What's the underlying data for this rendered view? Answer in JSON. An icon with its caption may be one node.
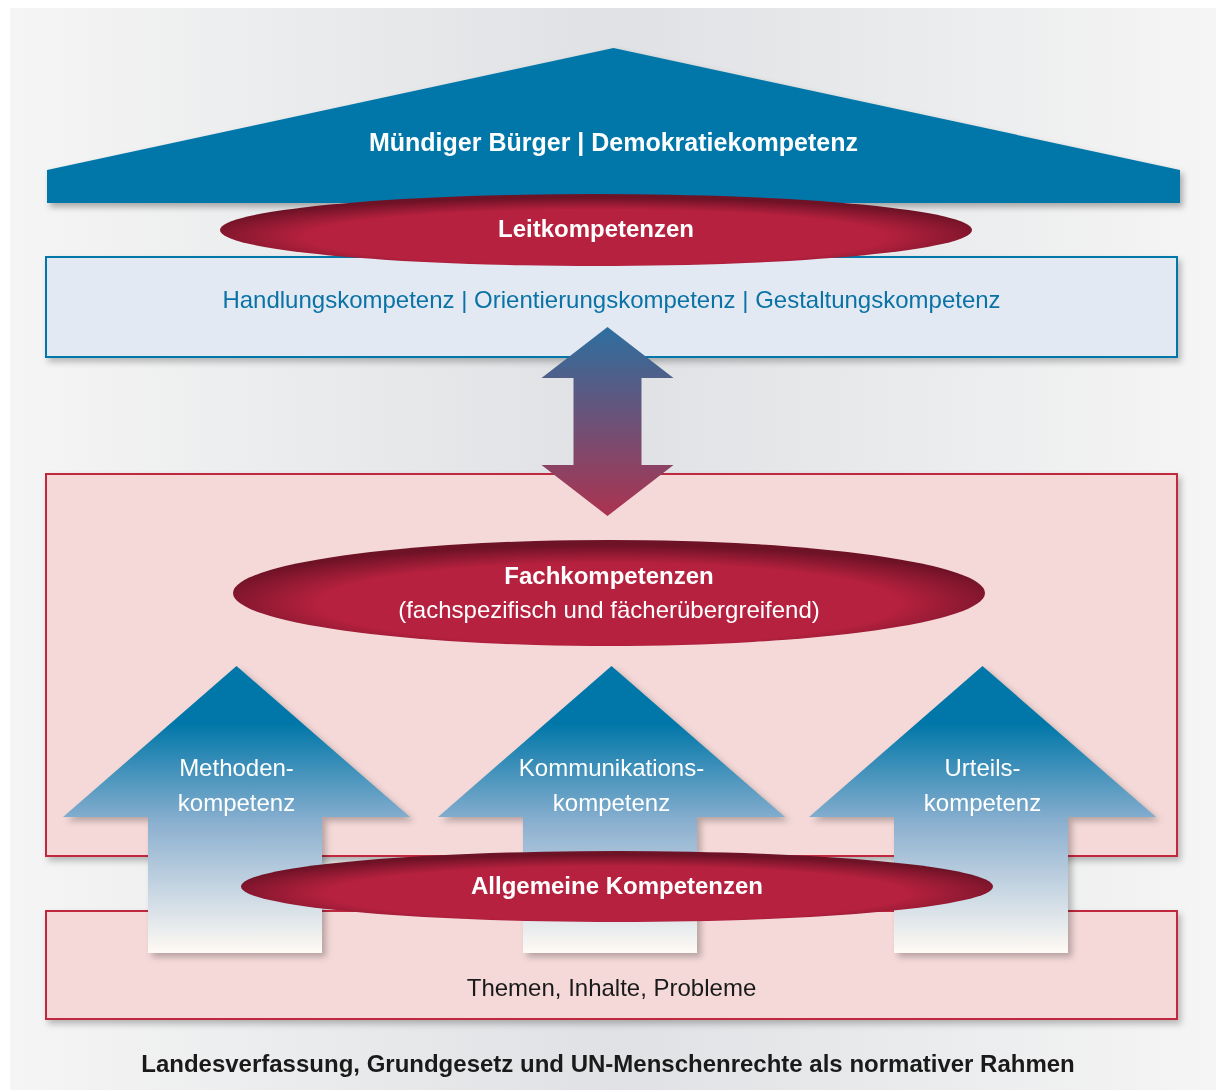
{
  "diagram": {
    "caption": "Landesverfassung, Grundgesetz und UN-Menschenrechte als normativer Rahmen",
    "nodes": [
      {
        "text": [
          "Mündiger Bürger | Demokratiekompetenz"
        ]
      },
      {
        "text": [
          "Leitkompetenzen"
        ]
      },
      {
        "text": [
          "Handlungskompetenz | Orientierungskompetenz | Gestaltungskompetenz"
        ]
      },
      {
        "text": [],
        "shape": "box"
      },
      {
        "text": [
          "Fachkompetenzen",
          "(fachspezifisch und fächerübergreifend)"
        ],
        "in": 3
      },
      {
        "text": [
          "Themen, Inhalte, Probleme"
        ]
      },
      {
        "text": [
          "Methoden- kompetenz"
        ]
      },
      {
        "text": [
          "Kommunikations- kompetenz"
        ]
      },
      {
        "text": [
          "Urteils- kompetenz"
        ]
      },
      {
        "text": [
          "Allgemeine Kompetenzen"
        ]
      }
    ],
    "edges": [
      {
        "from": 2,
        "to": 3,
        "arrow": "both",
        "style": "thick"
      }
    ]
  }
}
